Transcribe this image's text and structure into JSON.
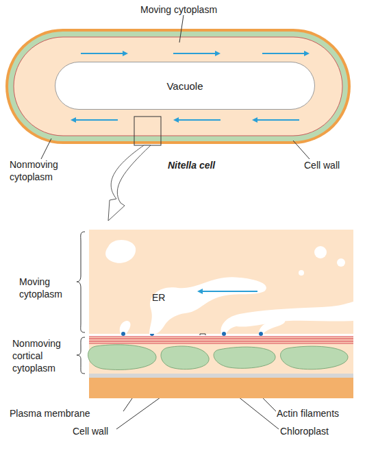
{
  "diagram": {
    "nodes": [
      {
        "text": [
          "Vacuole"
        ]
      },
      {
        "text": [
          "ER"
        ]
      }
    ],
    "labels": [
      "Moving cytoplasm",
      "Nonmoving cytoplasm",
      "Nitella cell",
      "Cell wall",
      "Moving cytoplasm",
      "Nonmoving cortical cytoplasm",
      "Plasma membrane",
      "Cell wall",
      "Actin filaments",
      "Chloroplast"
    ]
  }
}
